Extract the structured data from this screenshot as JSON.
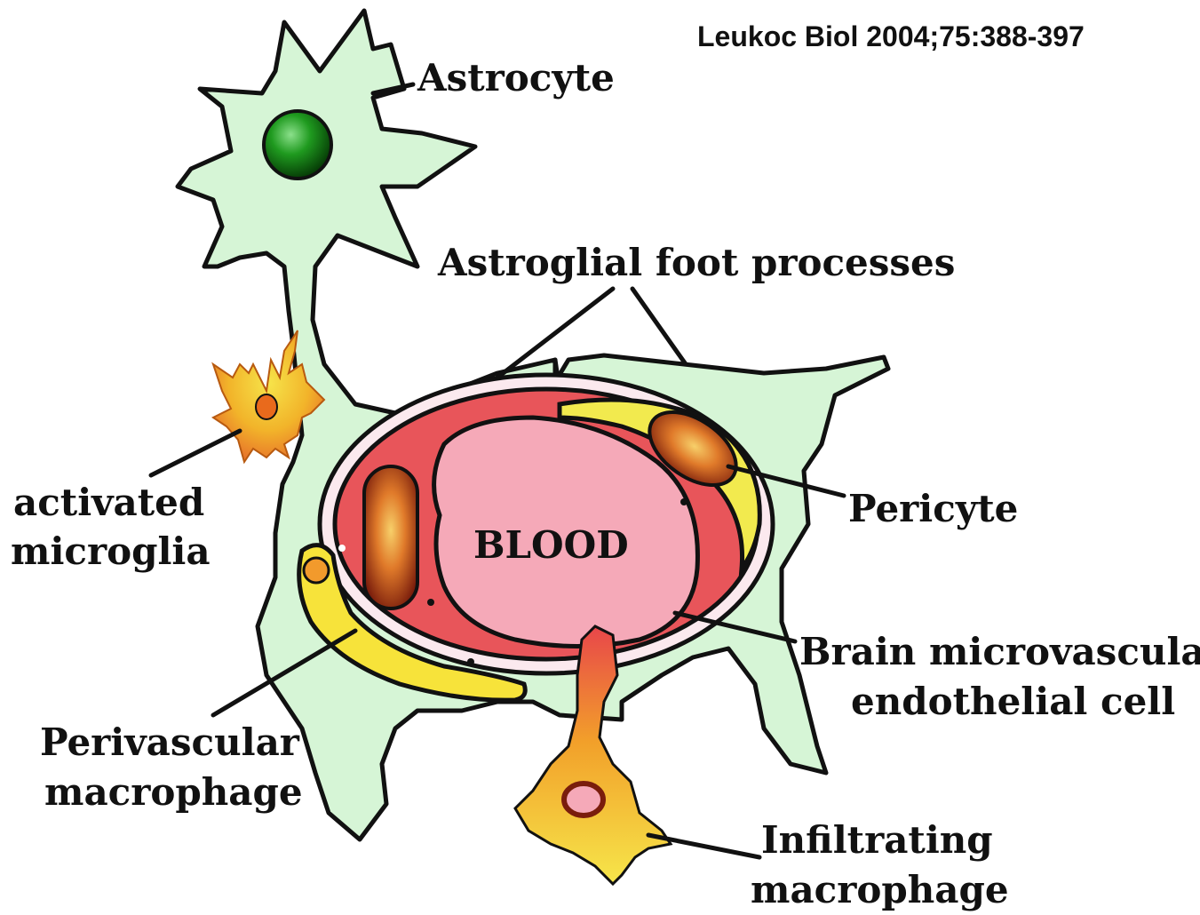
{
  "citation": {
    "line1": "Leukoc Biol 2004;75:388-397"
  },
  "labels": {
    "astrocyte": "Astrocyte",
    "astroglial_foot_processes": "Astroglial foot processes",
    "activated_microglia_1": "activated",
    "activated_microglia_2": "microglia",
    "blood": "BLOOD",
    "pericyte": "Pericyte",
    "endothelial_1": "Brain microvascular",
    "endothelial_2": "endothelial cell",
    "perivascular_1": "Perivascular",
    "perivascular_2": "macrophage",
    "infiltrating_1": "Infiltrating",
    "infiltrating_2": "macrophage"
  },
  "colors": {
    "astrocyte_fill": "#d6f5d6",
    "nucleus": "#1f9a1f",
    "endothelium": "#e8555a",
    "lumen": "#f5a9b8",
    "pericyte": "#f2ea4e",
    "macrophage": "#f7d21e",
    "nucleus_dark": "#8a2410",
    "nucleus_orange": "#f29a2c"
  }
}
